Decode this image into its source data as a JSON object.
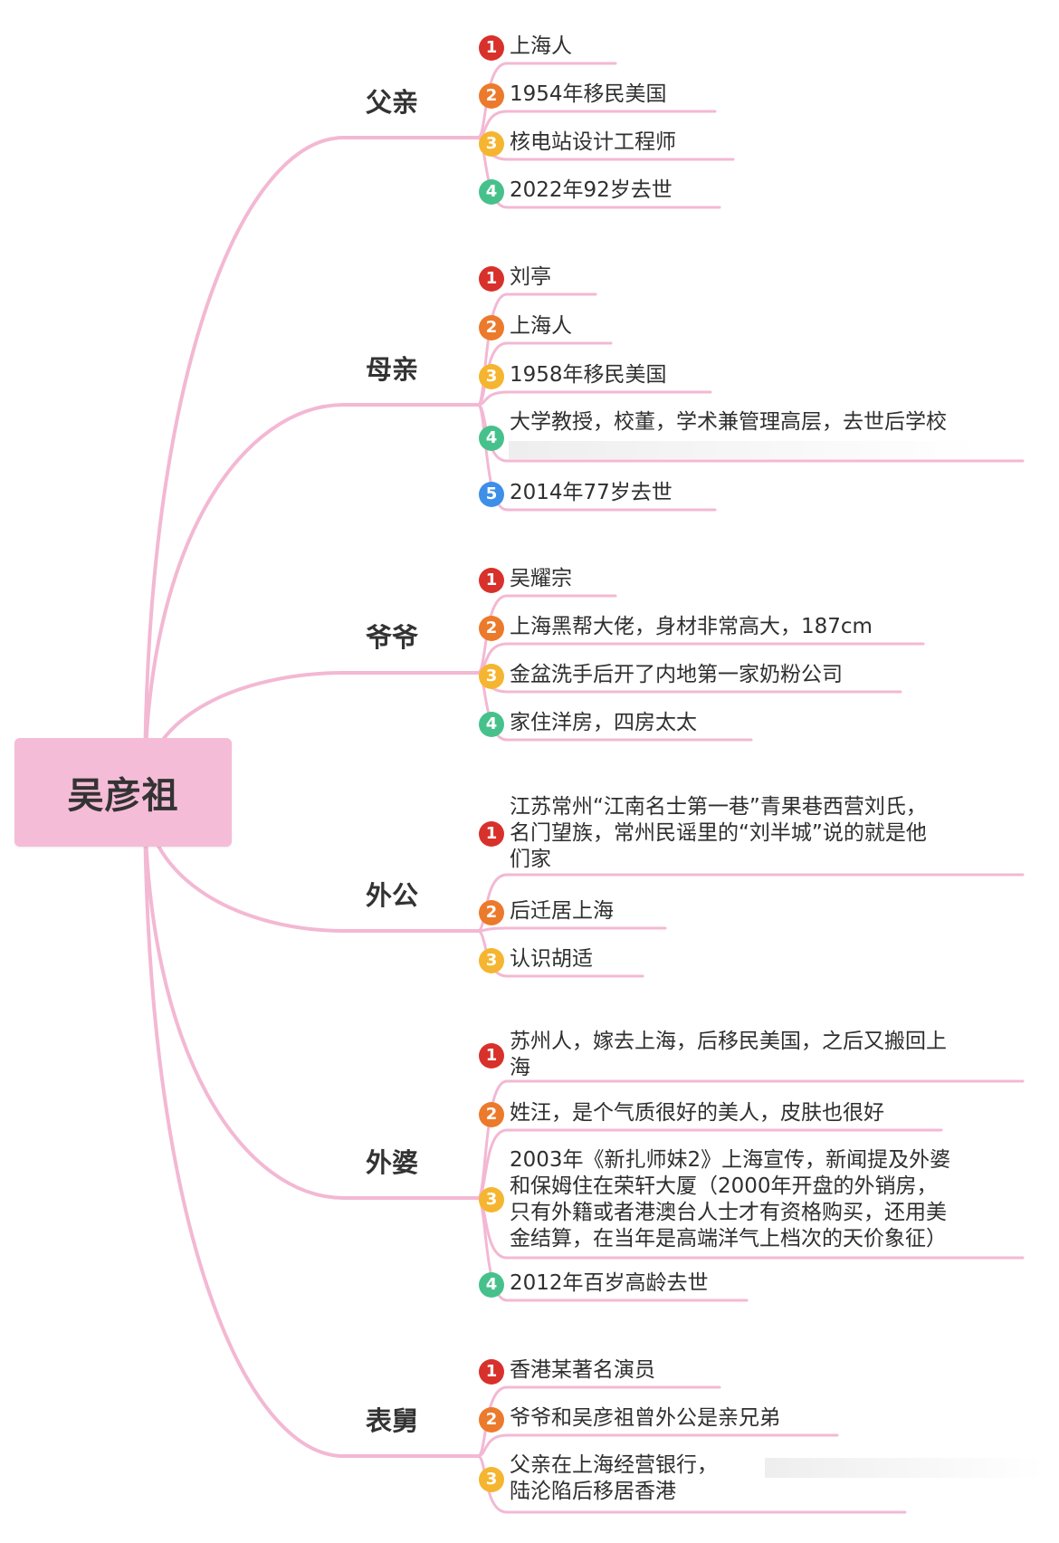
{
  "root": {
    "label": "吴彦祖",
    "color": "#f5bcd7"
  },
  "line_color": "#f3b8d3",
  "badge_colors": [
    "#d8312b",
    "#ec7a2c",
    "#f5b530",
    "#47c18b",
    "#3d8fe8"
  ],
  "branches": [
    {
      "key": "father",
      "label": "父亲",
      "items": [
        {
          "n": "1",
          "text": "上海人"
        },
        {
          "n": "2",
          "text": "1954年移民美国"
        },
        {
          "n": "3",
          "text": "核电站设计工程师"
        },
        {
          "n": "4",
          "text": "2022年92岁去世"
        }
      ]
    },
    {
      "key": "mother",
      "label": "母亲",
      "items": [
        {
          "n": "1",
          "text": "刘亭"
        },
        {
          "n": "2",
          "text": "上海人"
        },
        {
          "n": "3",
          "text": "1958年移民美国"
        },
        {
          "n": "4",
          "text": "大学教授，校董，学术兼管理高层，去世后学校"
        },
        {
          "n": "5",
          "text": "2014年77岁去世"
        }
      ]
    },
    {
      "key": "grandfather",
      "label": "爷爷",
      "items": [
        {
          "n": "1",
          "text": "吴耀宗"
        },
        {
          "n": "2",
          "text": "上海黑帮大佬，身材非常高大，187cm"
        },
        {
          "n": "3",
          "text": "金盆洗手后开了内地第一家奶粉公司"
        },
        {
          "n": "4",
          "text": "家住洋房，四房太太"
        }
      ]
    },
    {
      "key": "maternal-grandfather",
      "label": "外公",
      "items": [
        {
          "n": "1",
          "text": "江苏常州“江南名士第一巷”青果巷西营刘氏，\n名门望族，常州民谣里的“刘半城”说的就是他\n们家"
        },
        {
          "n": "2",
          "text": "后迁居上海"
        },
        {
          "n": "3",
          "text": "认识胡适"
        }
      ]
    },
    {
      "key": "maternal-grandmother",
      "label": "外婆",
      "items": [
        {
          "n": "1",
          "text": "苏州人，嫁去上海，后移民美国，之后又搬回上\n海"
        },
        {
          "n": "2",
          "text": "姓汪，是个气质很好的美人，皮肤也很好"
        },
        {
          "n": "3",
          "text": "2003年《新扎师妹2》上海宣传，新闻提及外婆\n和保姆住在荣轩大厦（2000年开盘的外销房，\n只有外籍或者港澳台人士才有资格购买，还用美\n金结算，在当年是高端洋气上档次的天价象征）"
        },
        {
          "n": "4",
          "text": "2012年百岁高龄去世"
        }
      ]
    },
    {
      "key": "uncle",
      "label": "表舅",
      "items": [
        {
          "n": "1",
          "text": "香港某著名演员"
        },
        {
          "n": "2",
          "text": "爷爷和吴彦祖曾外公是亲兄弟"
        },
        {
          "n": "3",
          "text": "父亲在上海经营银行，\n陆沦陷后移居香港"
        }
      ]
    }
  ]
}
